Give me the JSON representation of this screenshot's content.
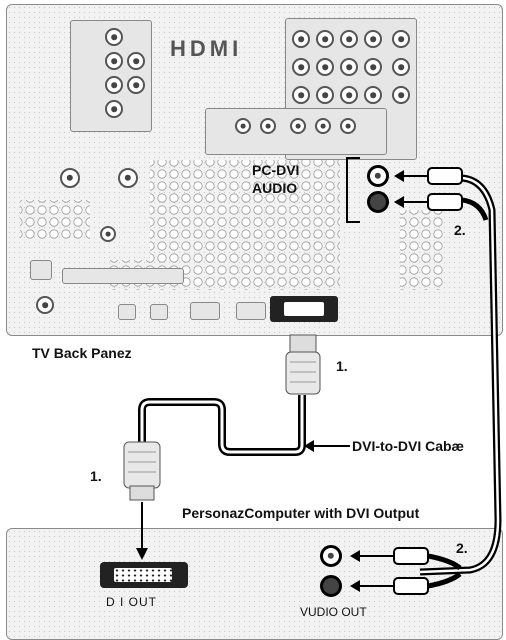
{
  "tv": {
    "panel_label": "TV Back Panez",
    "hdmi_logo": "HDMI",
    "pc_dvi_label_line1": "PC-DVI",
    "pc_dvi_label_line2": "AUDIO"
  },
  "computer": {
    "panel_label": "PersonazComputer with DVI Output",
    "dvi_out_label": "D  I OUT",
    "audio_out_label": "VUDIO OUT"
  },
  "cable": {
    "label": "DVI-to-DVI Cabæ"
  },
  "steps": {
    "step1_top": "1.",
    "step1_bottom": "1.",
    "step2_top": "2.",
    "step2_bottom": "2."
  }
}
